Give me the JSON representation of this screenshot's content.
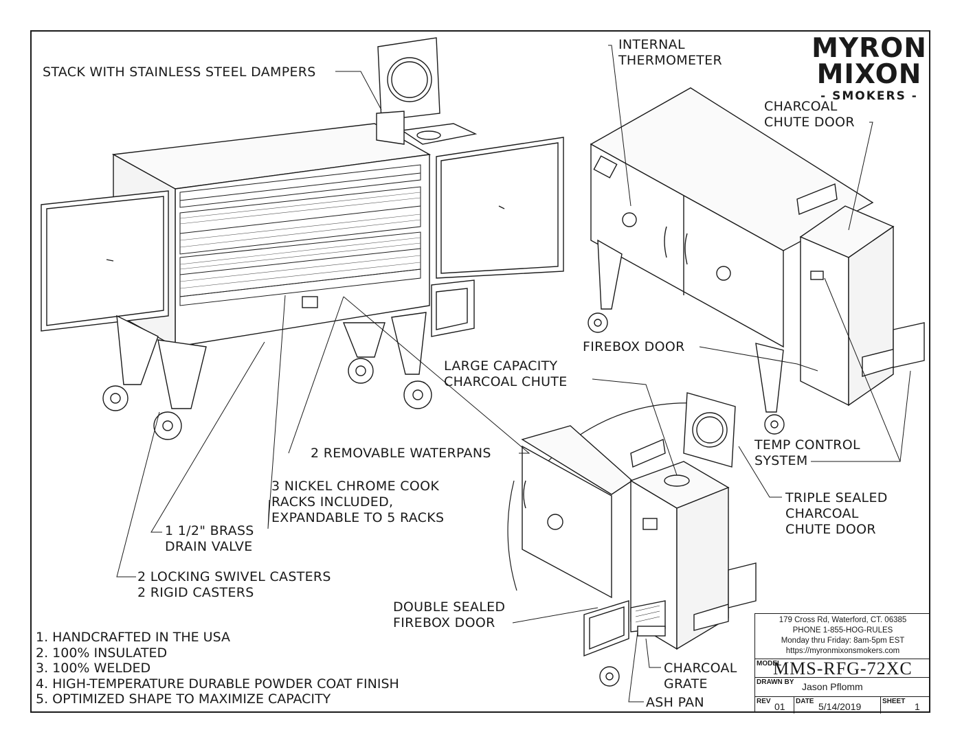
{
  "brand": {
    "line1": "MYRON",
    "line2": "MIXON",
    "line3": "- SMOKERS -"
  },
  "callouts": {
    "stack_dampers": "STACK WITH STAINLESS STEEL DAMPERS",
    "internal_thermometer_1": "INTERNAL",
    "internal_thermometer_2": "THERMOMETER",
    "charcoal_chute_door_1": "CHARCOAL",
    "charcoal_chute_door_2": "CHUTE DOOR",
    "firebox_door": "FIREBOX DOOR",
    "large_chute_1": "LARGE CAPACITY",
    "large_chute_2": "CHARCOAL CHUTE",
    "temp_control_1": "TEMP CONTROL",
    "temp_control_2": "SYSTEM",
    "waterpans": "2 REMOVABLE WATERPANS",
    "racks_1": "3 NICKEL CHROME COOK",
    "racks_2": "RACKS INCLUDED,",
    "racks_3": "EXPANDABLE TO 5 RACKS",
    "triple_1": "TRIPLE SEALED",
    "triple_2": "CHARCOAL",
    "triple_3": "CHUTE DOOR",
    "valve_1": "1 1/2\" BRASS",
    "valve_2": "DRAIN VALVE",
    "casters_1": "2 LOCKING SWIVEL CASTERS",
    "casters_2": "2 RIGID CASTERS",
    "double_1": "DOUBLE SEALED",
    "double_2": "FIREBOX DOOR",
    "grate_1": "CHARCOAL",
    "grate_2": "GRATE",
    "ash_pan": "ASH PAN"
  },
  "features": [
    "1. HANDCRAFTED IN THE USA",
    "2. 100% INSULATED",
    "3. 100% WELDED",
    "4. HIGH-TEMPERATURE DURABLE POWDER COAT FINISH",
    "5. OPTIMIZED SHAPE TO MAXIMIZE CAPACITY"
  ],
  "title_block": {
    "address": "179 Cross Rd, Waterford, CT. 06385",
    "phone": "PHONE 1-855-HOG-RULES",
    "hours": "Monday thru Friday: 8am-5pm EST",
    "url": "https://myronmixonsmokers.com",
    "model_caption": "MODEL",
    "model": "MMS-RFG-72XC",
    "drawn_by_caption": "DRAWN BY",
    "drawn_by": "Jason Pflomm",
    "rev_caption": "REV",
    "rev": "01",
    "date_caption": "DATE",
    "date": "5/14/2019",
    "sheet_caption": "SHEET",
    "sheet": "1"
  }
}
